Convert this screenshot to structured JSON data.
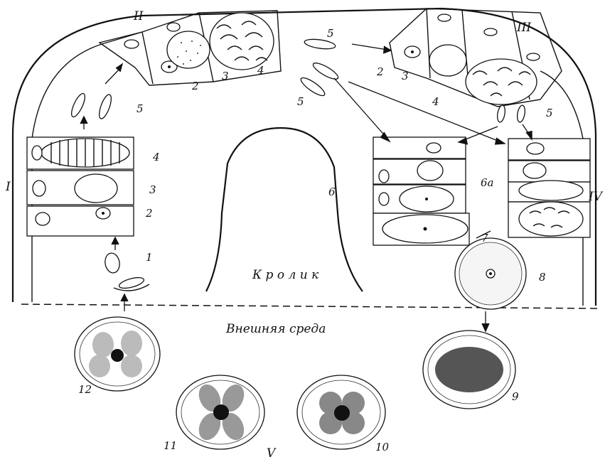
{
  "labels": {
    "stages": {
      "I": "I",
      "II": "II",
      "III": "III",
      "IV": "IV",
      "V": "V"
    },
    "numbers": {
      "n1": "1",
      "n2": "2",
      "n3": "3",
      "n4": "4",
      "n5": "5",
      "n6": "6",
      "n6a": "6а",
      "n7": "7",
      "n8": "8",
      "n9": "9",
      "n10": "10",
      "n11": "11",
      "n12": "12"
    },
    "host": "К р о л и к",
    "environment": "Внешняя      среда"
  }
}
